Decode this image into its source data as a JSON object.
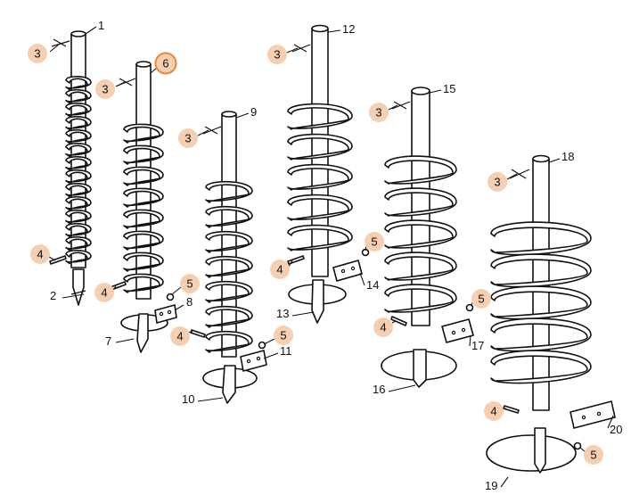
{
  "part_numbers": {
    "p1": "1",
    "p2": "2",
    "p3": "3",
    "p4": "4",
    "p5": "5",
    "p6": "6",
    "p7": "7",
    "p8": "8",
    "p9": "9",
    "p10": "10",
    "p11": "11",
    "p12": "12",
    "p13": "13",
    "p14": "14",
    "p15": "15",
    "p16": "16",
    "p17": "17",
    "p18": "18",
    "p19": "19",
    "p20": "20"
  },
  "highlighted_part": "6",
  "colors": {
    "badge_fill": "#f6cfb1",
    "highlight_ring": "#e8883f",
    "line": "#111111"
  }
}
